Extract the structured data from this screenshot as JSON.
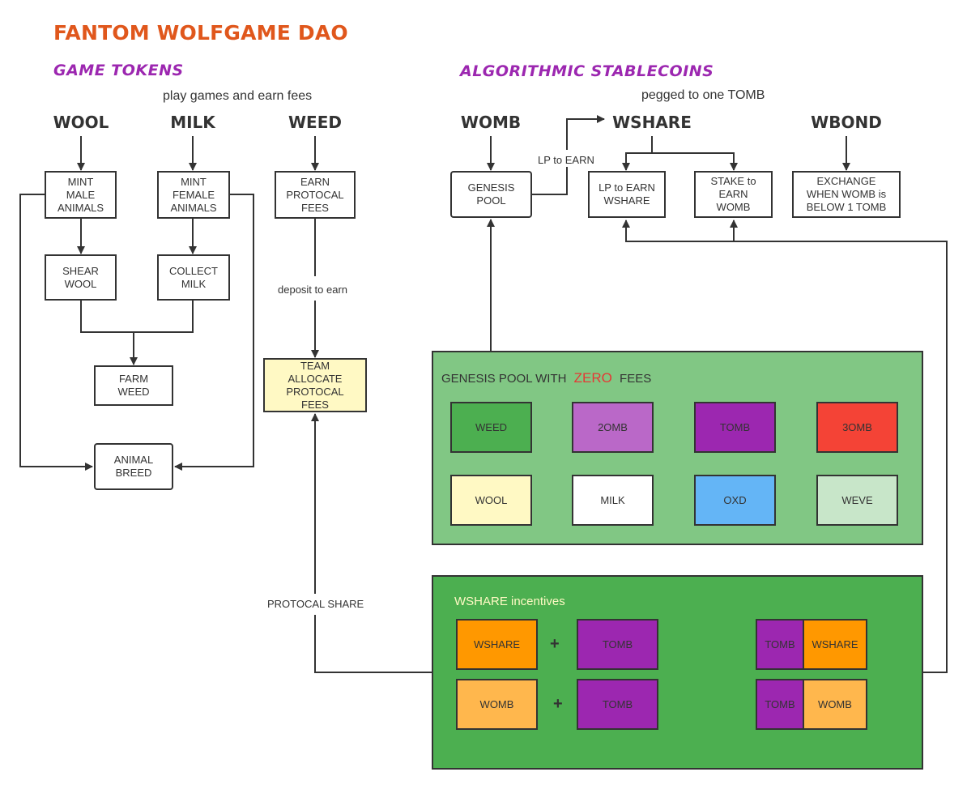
{
  "title": "FANTOM WOLFGAME DAO",
  "game_section": {
    "heading": "GAME TOKENS",
    "subtitle": "play games and earn fees",
    "tokens": [
      "WOOL",
      "MILK",
      "WEED"
    ],
    "boxes": {
      "mint_male": "MINT\nMALE\nANIMALS",
      "mint_female": "MINT\nFEMALE\nANIMALS",
      "earn_fees": "EARN\nPROTOCAL\nFEES",
      "shear_wool": "SHEAR\nWOOL",
      "collect_milk": "COLLECT\nMILK",
      "farm_weed": "FARM\nWEED",
      "animal_breed": "ANIMAL\nBREED",
      "team_allocate": "TEAM\nALLOCATE\nPROTOCAL\nFEES"
    },
    "deposit_label": "deposit to earn",
    "protocol_share_label": "PROTOCAL SHARE"
  },
  "stable_section": {
    "heading": "ALGORITHMIC STABLECOINS",
    "subtitle": "pegged to one TOMB",
    "tokens": [
      "WOMB",
      "WSHARE",
      "WBOND"
    ],
    "boxes": {
      "genesis_pool": "GENESIS\nPOOL",
      "lp_earn_wshare": "LP to EARN\nWSHARE",
      "stake_earn_womb": "STAKE to\nEARN\nWOMB",
      "exchange": "EXCHANGE\nWHEN WOMB is\nBELOW 1 TOMB"
    },
    "lp_label": "LP to EARN"
  },
  "genesis_panel": {
    "title_prefix": "GENESIS POOL WITH",
    "title_highlight": "ZERO",
    "title_suffix": "FEES",
    "highlight_color": "#e53935",
    "background": "#81c784",
    "tokens": [
      {
        "label": "WEED",
        "color": "#4caf50"
      },
      {
        "label": "2OMB",
        "color": "#ba68c8"
      },
      {
        "label": "TOMB",
        "color": "#9c27b0"
      },
      {
        "label": "3OMB",
        "color": "#f44336"
      },
      {
        "label": "WOOL",
        "color": "#fff9c4"
      },
      {
        "label": "MILK",
        "color": "#ffffff"
      },
      {
        "label": "OXD",
        "color": "#64b5f6"
      },
      {
        "label": "WEVE",
        "color": "#c8e6c9"
      }
    ]
  },
  "incentives_panel": {
    "title": "WSHARE incentives",
    "title_color": "#fff9c4",
    "background": "#4caf50",
    "rows": [
      {
        "a": "WSHARE",
        "a_color": "#ff9800",
        "plus": "+",
        "b": "TOMB",
        "b_color": "#9c27b0",
        "lp_left": "TOMB",
        "lp_right": "WSHARE",
        "lp_right_color": "#ff9800"
      },
      {
        "a": "WOMB",
        "a_color": "#ffb74d",
        "plus": "+",
        "b": "TOMB",
        "b_color": "#9c27b0",
        "lp_left": "TOMB",
        "lp_right": "WOMB",
        "lp_right_color": "#ffb74d"
      }
    ]
  },
  "colors": {
    "title": "#e0571c",
    "section_heading": "#9c27b0",
    "team_allocate_fill": "#fff9c4",
    "line": "#333333"
  }
}
